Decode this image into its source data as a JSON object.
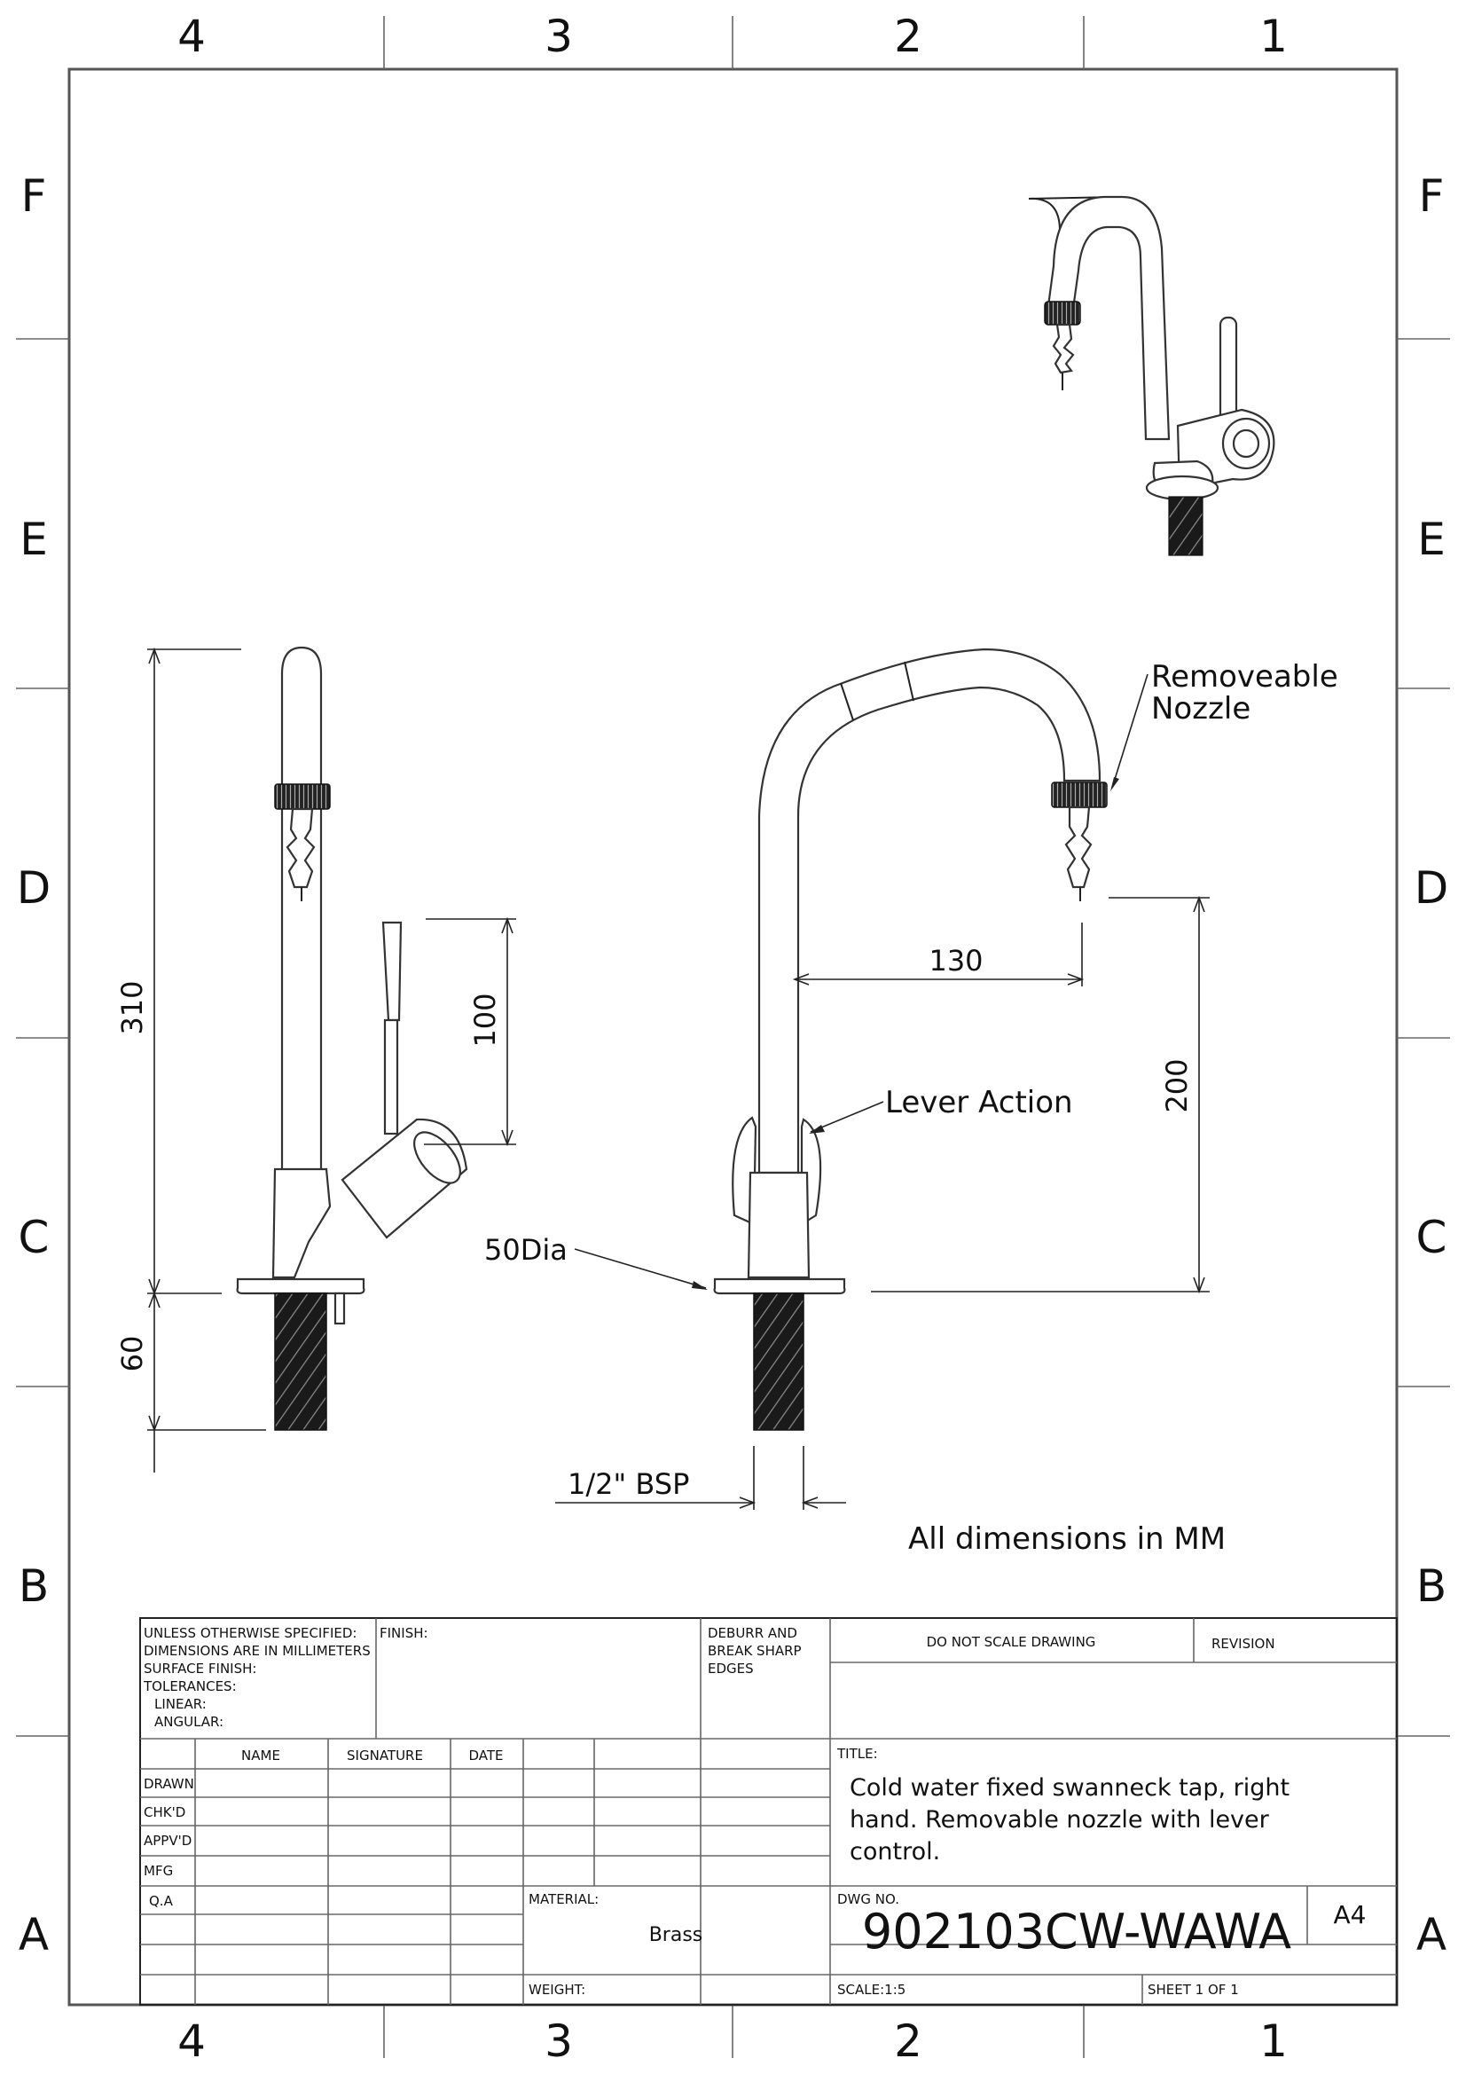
{
  "zones": {
    "columns": [
      "4",
      "3",
      "2",
      "1"
    ],
    "rows": [
      "F",
      "E",
      "D",
      "C",
      "B",
      "A"
    ]
  },
  "annotations": {
    "removable_nozzle_line1": "Removeable",
    "removable_nozzle_line2": "Nozzle",
    "lever_action": "Lever Action",
    "dia": "50Dia",
    "bsp": "1/2\" BSP",
    "units_note": "All dimensions in MM"
  },
  "dimensions": {
    "overall_height": "310",
    "tail_length": "60",
    "lever_length": "100",
    "reach": "130",
    "spout_height": "200"
  },
  "title_block": {
    "tolerance_lines": [
      "UNLESS OTHERWISE SPECIFIED:",
      "DIMENSIONS ARE IN MILLIMETERS",
      "SURFACE FINISH:",
      "TOLERANCES:",
      "LINEAR:",
      "ANGULAR:"
    ],
    "finish_label": "FINISH:",
    "deburr_lines": [
      "DEBURR AND",
      "BREAK SHARP",
      "EDGES"
    ],
    "do_not_scale": "DO NOT SCALE DRAWING",
    "revision_label": "REVISION",
    "col_headers": [
      "NAME",
      "SIGNATURE",
      "DATE"
    ],
    "row_labels": [
      "DRAWN",
      "CHK'D",
      "APPV'D",
      "MFG",
      "Q.A"
    ],
    "title_label": "TITLE:",
    "title_lines": [
      "Cold water fixed swanneck tap, right",
      "hand. Removable nozzle with lever",
      "control."
    ],
    "material_label": "MATERIAL:",
    "material_value": "Brass",
    "dwg_no_label": "DWG NO.",
    "dwg_no": "902103CW-WAWA",
    "sheet_size": "A4",
    "weight_label": "WEIGHT:",
    "scale_label": "SCALE:1:5",
    "sheet_label": "SHEET 1 OF 1"
  }
}
